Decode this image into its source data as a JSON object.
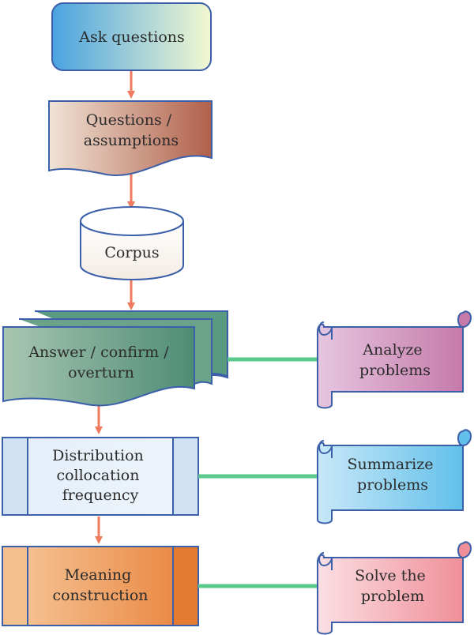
{
  "nodes": {
    "ask": {
      "lines": [
        "Ask questions"
      ]
    },
    "questions": {
      "lines": [
        "Questions /",
        "assumptions"
      ]
    },
    "corpus": {
      "lines": [
        "Corpus"
      ]
    },
    "answer": {
      "lines": [
        "Answer / confirm /",
        "overturn"
      ]
    },
    "distribution": {
      "lines": [
        "Distribution",
        "collocation",
        "frequency"
      ]
    },
    "meaning": {
      "lines": [
        "Meaning",
        "construction"
      ]
    },
    "analyze": {
      "lines": [
        "Analyze",
        "problems"
      ]
    },
    "summarize": {
      "lines": [
        "Summarize",
        "problems"
      ]
    },
    "solve": {
      "lines": [
        "Solve the",
        "problem"
      ]
    }
  },
  "colors": {
    "arrow": "#ee7b5e",
    "connector": "#5cc98c",
    "box_stroke": "#3b5fa8"
  }
}
